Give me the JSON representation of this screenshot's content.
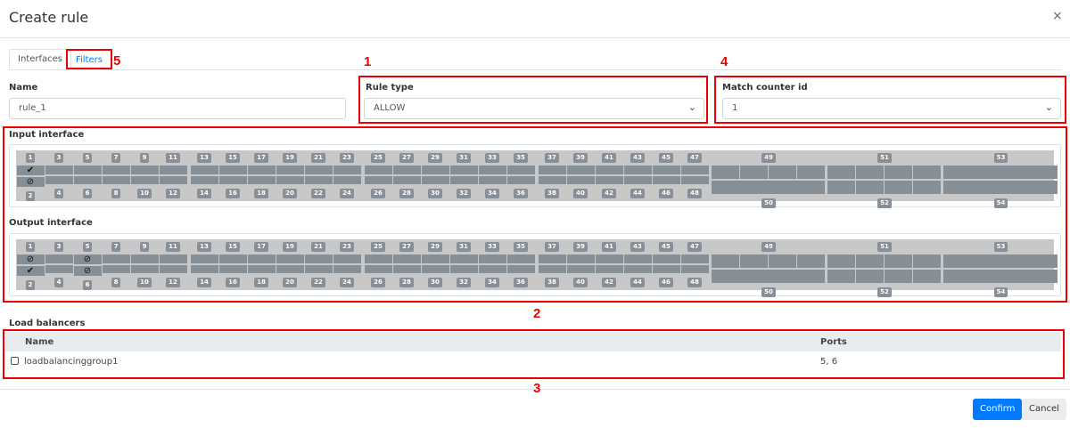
{
  "dialog": {
    "title": "Create rule",
    "close_icon": "×"
  },
  "tabs": [
    {
      "label": "Interfaces",
      "active": true
    },
    {
      "label": "Filters",
      "active": false
    }
  ],
  "annotations": [
    "1",
    "2",
    "3",
    "4",
    "5"
  ],
  "form": {
    "name_label": "Name",
    "name_value": "rule_1",
    "rule_type_label": "Rule type",
    "rule_type_value": "ALLOW",
    "match_counter_label": "Match counter id",
    "match_counter_value": "1"
  },
  "input_interface": {
    "label": "Input interface",
    "top_states": {
      "1": "check"
    },
    "bottom_states": {
      "2": "blocked"
    }
  },
  "output_interface": {
    "label": "Output interface",
    "top_states": {
      "1": "blocked",
      "5": "blocked"
    },
    "bottom_states": {
      "2": "check",
      "6": "blocked"
    }
  },
  "ports": {
    "odd": [
      "1",
      "3",
      "5",
      "7",
      "9",
      "11",
      "13",
      "15",
      "17",
      "19",
      "21",
      "23",
      "25",
      "27",
      "29",
      "31",
      "33",
      "35",
      "37",
      "39",
      "41",
      "43",
      "45",
      "47"
    ],
    "even": [
      "2",
      "4",
      "6",
      "8",
      "10",
      "12",
      "14",
      "16",
      "18",
      "20",
      "22",
      "24",
      "26",
      "28",
      "30",
      "32",
      "34",
      "36",
      "38",
      "40",
      "42",
      "44",
      "46",
      "48"
    ],
    "uplink_top": [
      "49",
      "51",
      "53"
    ],
    "uplink_bottom": [
      "50",
      "52",
      "54"
    ]
  },
  "load_balancers": {
    "label": "Load balancers",
    "columns": [
      "Name",
      "Ports"
    ],
    "rows": [
      {
        "name": "loadbalancinggroup1",
        "ports": "5, 6",
        "checked": false
      }
    ]
  },
  "footer": {
    "confirm": "Confirm",
    "cancel": "Cancel"
  },
  "colors": {
    "primary": "#007bff",
    "annotation": "#ee0000",
    "port_cell": "#868e96"
  }
}
